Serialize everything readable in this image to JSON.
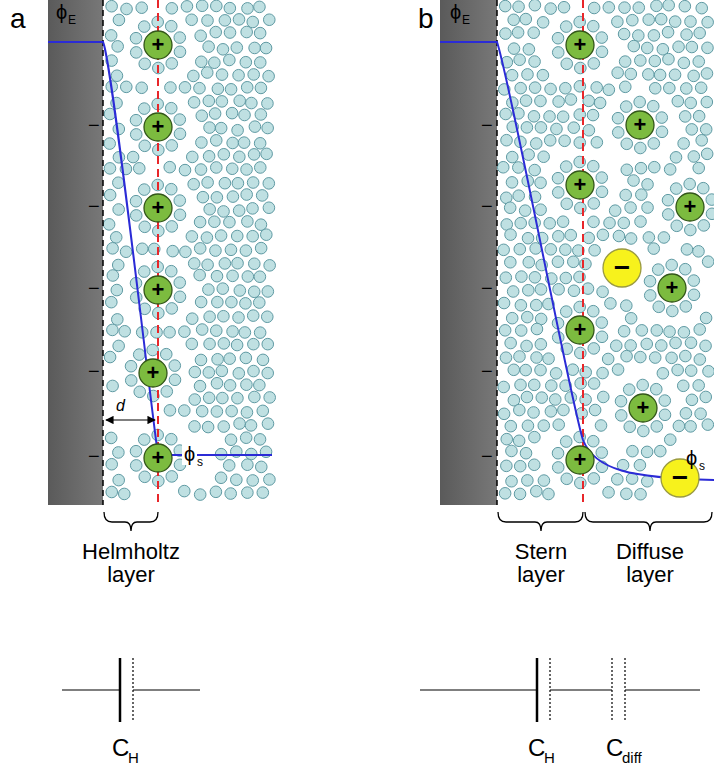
{
  "diagram": {
    "nodes": [
      {
        "text": [
          "+"
        ]
      },
      {
        "text": [
          "+"
        ]
      },
      {
        "text": [
          "+"
        ]
      },
      {
        "text": [
          "+"
        ]
      },
      {
        "text": [
          "+"
        ]
      },
      {
        "text": [
          "+"
        ]
      },
      {
        "text": [
          "+"
        ]
      },
      {
        "text": [
          "+"
        ]
      },
      {
        "text": [
          "+"
        ]
      },
      {
        "text": [
          "+"
        ]
      },
      {
        "text": [
          "−"
        ]
      },
      {
        "text": [
          "+"
        ]
      },
      {
        "text": [
          "+"
        ]
      },
      {
        "text": [
          "+"
        ]
      },
      {
        "text": [
          "+"
        ]
      },
      {
        "text": [
          "−"
        ]
      }
    ],
    "labels": [
      "a",
      "ϕ",
      "E",
      "−",
      "−",
      "−",
      "−",
      "−",
      "d",
      "ϕ",
      "s",
      "Helmholtz layer",
      "C",
      "H",
      "b",
      "ϕ",
      "E",
      "−",
      "−",
      "−",
      "−",
      "−",
      "ϕ",
      "s",
      "Stern layer",
      "Diffuse layer",
      "C",
      "H",
      "C",
      "diff"
    ]
  }
}
